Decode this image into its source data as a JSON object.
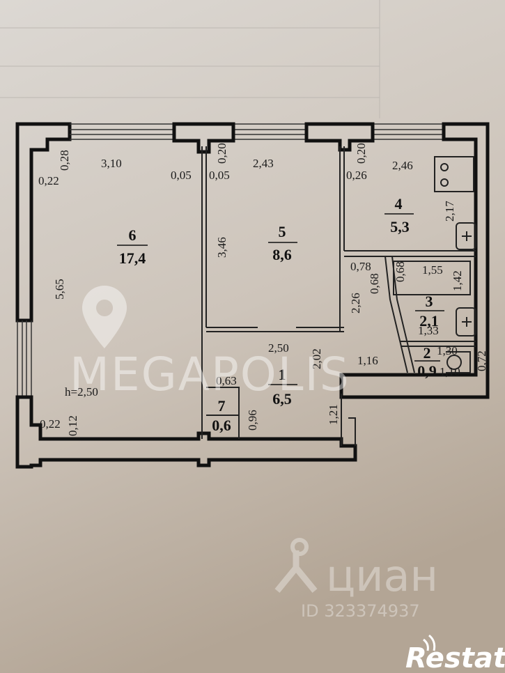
{
  "rooms": [
    {
      "number": "6",
      "area": "17,4"
    },
    {
      "number": "5",
      "area": "8,6"
    },
    {
      "number": "4",
      "area": "5,3"
    },
    {
      "number": "3",
      "area": "2,1"
    },
    {
      "number": "2",
      "area": "0,9"
    },
    {
      "number": "1",
      "area": "6,5"
    },
    {
      "number": "7",
      "area": "0,6"
    }
  ],
  "ceiling_height": "h=2,50",
  "dimensions": {
    "room6_pier_depth": "0,28",
    "room6_width": "3,10",
    "room6_pier_left": "0,22",
    "room6_right_offset": "0,05",
    "room5_pier_depth": "0,20",
    "room5_left_offset": "0,05",
    "room5_width": "2,43",
    "room4_offset": "0,26",
    "room4_pier_depth": "0,20",
    "room4_width": "2,46",
    "room4_depth": "2,17",
    "room5_depth": "3,46",
    "room6_depth": "5,65",
    "corridor_width": "0,78",
    "corridor_jog": "0,68",
    "bath_depth": "0,68",
    "bath_length": "1,55",
    "room3_depth": "1,42",
    "corridor_length": "2,26",
    "room3_width": "1,33",
    "hall_width": "2,50",
    "hall_depth": "2,02",
    "wc_diag": "1,16",
    "wc_width_top": "1,30",
    "wc_width_bottom": "1,10",
    "wc_depth": "0,72",
    "closet_width": "0,63",
    "closet_depth": "0,96",
    "entry_width": "1,21",
    "wall_pier_bottom": "0,22",
    "wall_pier_bottom_depth": "0,12"
  },
  "watermarks": {
    "megapolis": "MEGAPOLIS",
    "cian": "циан",
    "cian_id": "ID 323374937",
    "restate": "Restate"
  },
  "colors": {
    "wall": "#111111",
    "paper_top": "#d9d5d0",
    "paper_bottom": "#b4a797"
  }
}
